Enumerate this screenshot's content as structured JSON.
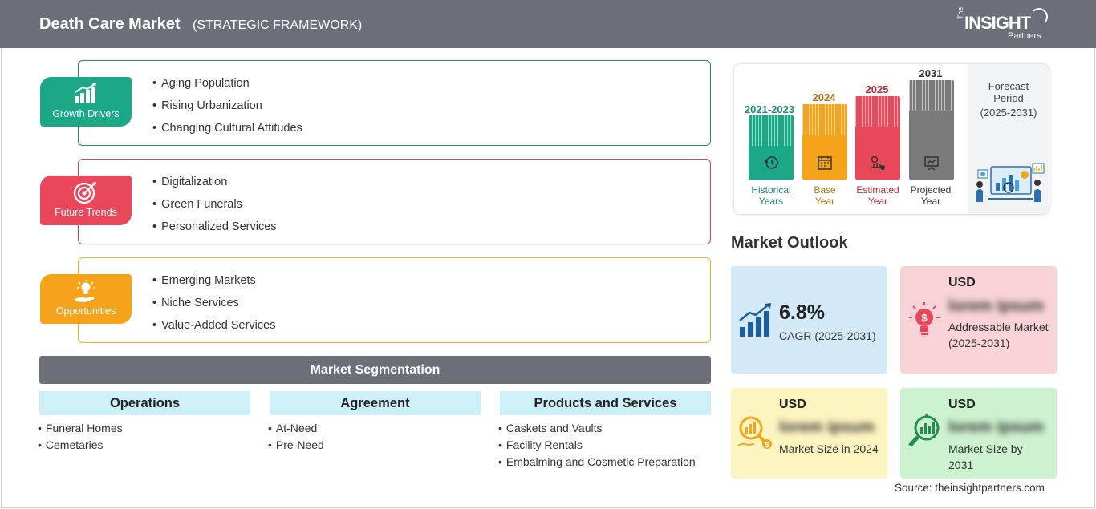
{
  "header": {
    "title": "Death Care Market",
    "subtitle": "(STRATEGIC FRAMEWORK)",
    "logo": {
      "the": "The",
      "insight": "INSIGHT",
      "partners": "Partners"
    }
  },
  "framework": {
    "growth_drivers": {
      "label": "Growth Drivers",
      "icon": "bar-chart-growth-icon",
      "color": "#1aa886",
      "items": [
        "Aging Population",
        "Rising Urbanization",
        "Changing Cultural Attitudes"
      ]
    },
    "future_trends": {
      "label": "Future Trends",
      "icon": "target-icon",
      "color": "#e8485a",
      "items": [
        "Digitalization",
        "Green Funerals",
        "Personalized Services"
      ]
    },
    "opportunities": {
      "label": "Opportunities",
      "icon": "lightbulb-hand-icon",
      "color": "#f5a31a",
      "items": [
        "Emerging Markets",
        "Niche Services",
        "Value-Added Services"
      ]
    }
  },
  "segmentation": {
    "title": "Market Segmentation",
    "columns": [
      {
        "heading": "Operations",
        "items": [
          "Funeral Homes",
          "Cemetaries"
        ]
      },
      {
        "heading": "Agreement",
        "items": [
          "At-Need",
          "Pre-Need"
        ]
      },
      {
        "heading": "Products and Services",
        "items": [
          "Caskets and Vaults",
          "Facility Rentals",
          "Embalming and Cosmetic Preparation"
        ]
      }
    ]
  },
  "timeline": {
    "bars": [
      {
        "year": "2021-2023",
        "caption": [
          "Historical",
          "Years"
        ],
        "color": "#1aa886",
        "text_color": "#1a8a70",
        "icon": "history-icon"
      },
      {
        "year": "2024",
        "caption": [
          "Base",
          "Year"
        ],
        "color": "#f5a31a",
        "text_color": "#b07210",
        "icon": "calendar-icon"
      },
      {
        "year": "2025",
        "caption": [
          "Estimated",
          "Year"
        ],
        "color": "#e8485a",
        "text_color": "#b82a3b",
        "icon": "gear-chart-icon"
      },
      {
        "year": "2031",
        "caption": [
          "Projected",
          "Year"
        ],
        "color": "#7a7a7a",
        "text_color": "#333333",
        "icon": "presentation-icon"
      }
    ],
    "forecast": {
      "label": "Forecast Period",
      "range": "(2025-2031)"
    }
  },
  "outlook": {
    "title": "Market Outlook",
    "cagr": {
      "value": "6.8%",
      "label": "CAGR (2025-2031)"
    },
    "addressable": {
      "currency": "USD",
      "value": "lorem ipsum",
      "label": "Addressable Market (2025-2031)"
    },
    "size_2024": {
      "currency": "USD",
      "value": "lorem ipsum",
      "label": "Market Size in 2024"
    },
    "size_2031": {
      "currency": "USD",
      "value": "lorem ipsum",
      "label": "Market Size by 2031"
    }
  },
  "source": "Source: theinsightpartners.com"
}
